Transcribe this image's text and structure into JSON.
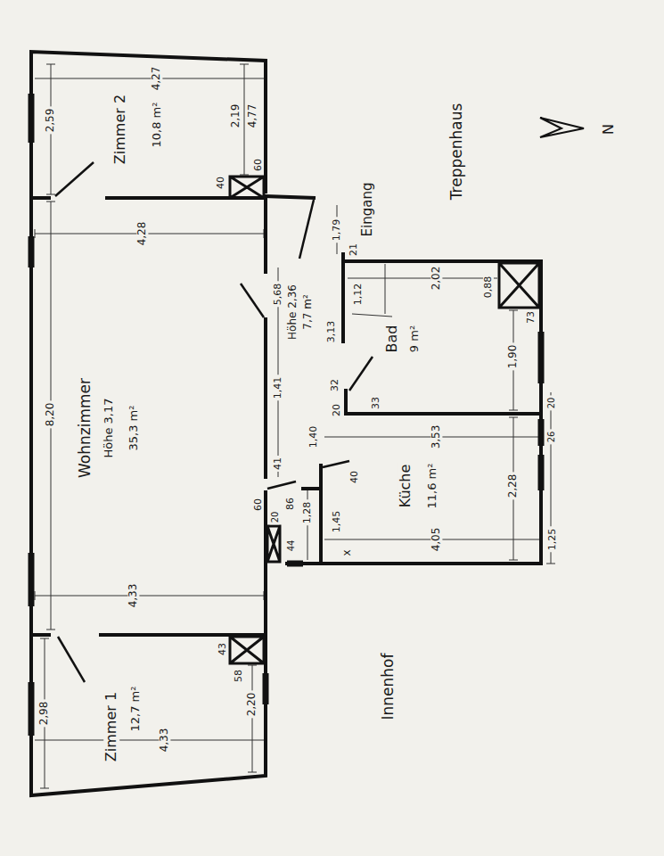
{
  "diagram": {
    "nodes": [
      {
        "text": [
          "Zimmer 2",
          "10,8 m²"
        ]
      },
      {
        "text": [
          "Wohnzimmer",
          "Höhe 3,17",
          "35,3 m²"
        ]
      },
      {
        "text": [
          "Höhe 2,36",
          "7,7 m²"
        ]
      },
      {
        "text": [
          "Bad",
          "9 m²"
        ]
      },
      {
        "text": [
          "Küche",
          "11,6 m²"
        ]
      },
      {
        "text": [
          "Zimmer 1",
          "12,7 m²"
        ]
      }
    ],
    "labels": [
      "2,59",
      "4,27",
      "2,19",
      "4,77",
      "40",
      "60",
      "4,28",
      "Eingang",
      "Treppenhaus",
      "N",
      "1,79",
      "21",
      "2,02",
      "0,88",
      "73",
      "1,12",
      "3,13",
      "1,90",
      "5,68",
      "1,41",
      "32",
      "33",
      "20",
      "8,20",
      "4,33",
      "1,40",
      "41",
      "40",
      "86",
      "60",
      "1,28",
      "1,45",
      "20",
      "44",
      "3,53",
      "2,28",
      "4,05",
      "20",
      "26",
      "1,25",
      "x",
      "43",
      "58",
      "Innenhof",
      "2,98",
      "4,33",
      "2,20"
    ]
  }
}
